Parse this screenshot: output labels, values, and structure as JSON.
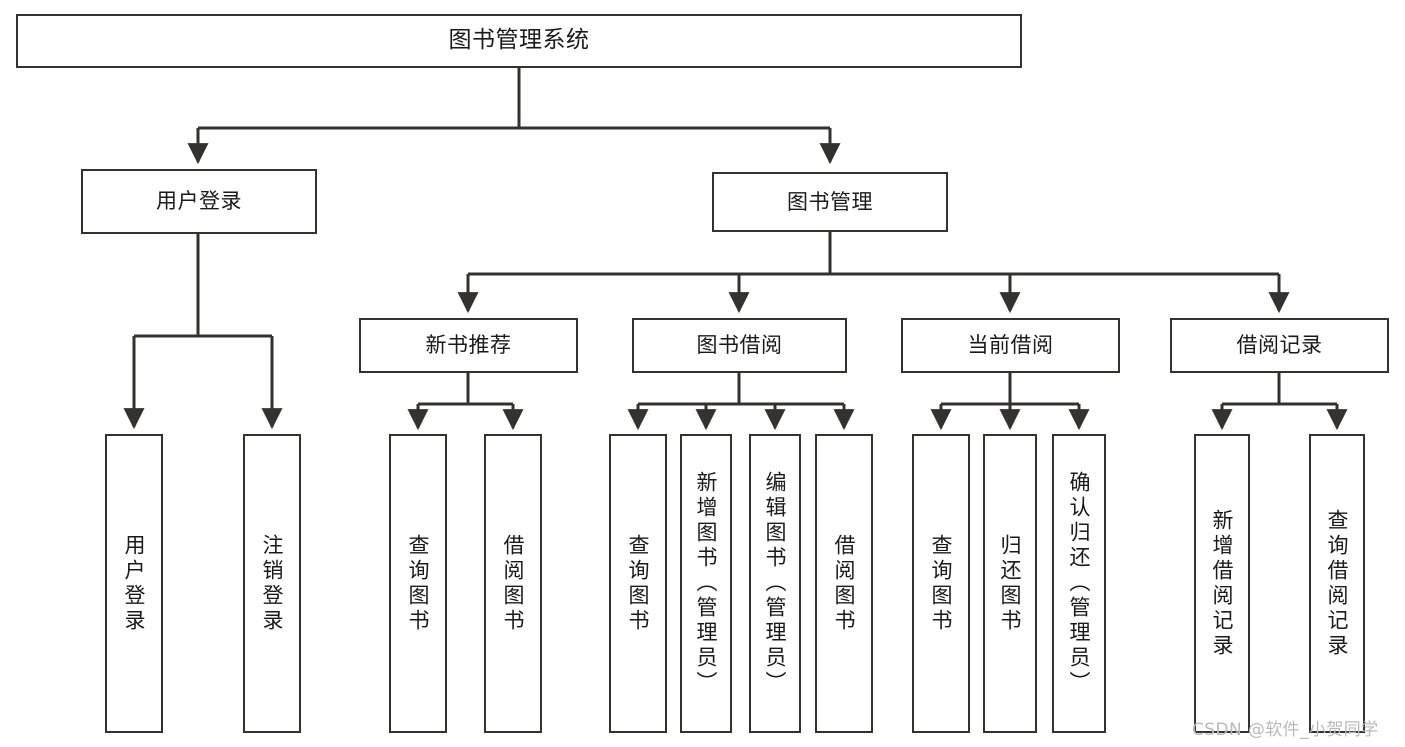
{
  "diagram": {
    "type": "tree",
    "title": "图书管理系统",
    "style": {
      "stroke": "#33322f",
      "fill": "#ffffff",
      "text": "#1a1a1a",
      "watermark_color": "#b9b9b9",
      "background": "#ffffff"
    },
    "root": {
      "label": "图书管理系统"
    },
    "level1": [
      {
        "label": "用户登录"
      },
      {
        "label": "图书管理"
      }
    ],
    "level2": [
      {
        "label": "新书推荐"
      },
      {
        "label": "图书借阅"
      },
      {
        "label": "当前借阅"
      },
      {
        "label": "借阅记录"
      }
    ],
    "leaves": {
      "user_login": [
        {
          "label": "用户登录"
        },
        {
          "label": "注销登录"
        }
      ],
      "new_book_recommend": [
        {
          "label": "查询图书"
        },
        {
          "label": "借阅图书"
        }
      ],
      "book_borrow": [
        {
          "label": "查询图书"
        },
        {
          "label": "新增图书（管理员）"
        },
        {
          "label": "编辑图书（管理员）"
        },
        {
          "label": "借阅图书"
        }
      ],
      "current_borrow": [
        {
          "label": "查询图书"
        },
        {
          "label": "归还图书"
        },
        {
          "label": "确认归还（管理员）"
        }
      ],
      "borrow_record": [
        {
          "label": "新增借阅记录"
        },
        {
          "label": "查询借阅记录"
        }
      ]
    },
    "watermark": "CSDN @软件_小贺同学"
  }
}
